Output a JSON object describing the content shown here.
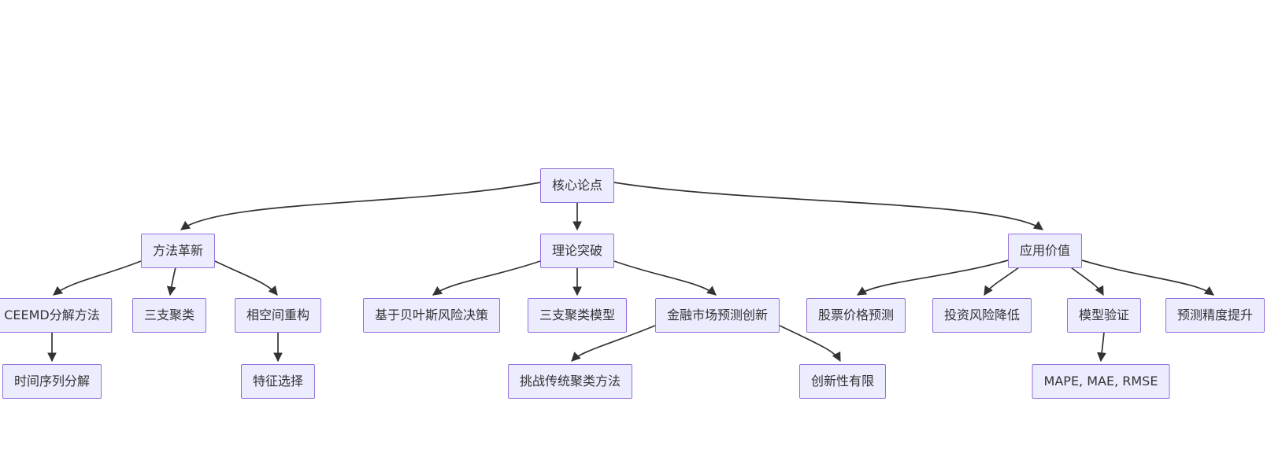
{
  "diagram": {
    "type": "mindmap-flowchart",
    "colors": {
      "background": "#ffffff",
      "node_fill": "#ECECFF",
      "node_border": "#9370DB",
      "edge_color": "#333333",
      "text_color": "#333333"
    },
    "nodes": [
      {
        "id": "core-thesis",
        "label": "核心论点",
        "level": 1
      },
      {
        "id": "method-innovation",
        "label": "方法革新",
        "level": 2
      },
      {
        "id": "theory-breakthrough",
        "label": "理论突破",
        "level": 2
      },
      {
        "id": "application-value",
        "label": "应用价值",
        "level": 2
      },
      {
        "id": "ceemd-decomposition",
        "label": "CEEMD分解方法",
        "level": 3
      },
      {
        "id": "three-way-clustering",
        "label": "三支聚类",
        "level": 3
      },
      {
        "id": "phase-space-reconstruction",
        "label": "相空间重构",
        "level": 3
      },
      {
        "id": "bayesian-risk-decision",
        "label": "基于贝叶斯风险决策",
        "level": 3
      },
      {
        "id": "three-way-clustering-model",
        "label": "三支聚类模型",
        "level": 3
      },
      {
        "id": "financial-market-forecast-innovation",
        "label": "金融市场预测创新",
        "level": 3
      },
      {
        "id": "stock-price-prediction",
        "label": "股票价格预测",
        "level": 3
      },
      {
        "id": "investment-risk-reduction",
        "label": "投资风险降低",
        "level": 3
      },
      {
        "id": "model-validation",
        "label": "模型验证",
        "level": 3
      },
      {
        "id": "prediction-accuracy-improvement",
        "label": "预测精度提升",
        "level": 3
      },
      {
        "id": "time-series-decomposition",
        "label": "时间序列分解",
        "level": 4
      },
      {
        "id": "feature-selection",
        "label": "特征选择",
        "level": 4
      },
      {
        "id": "challenge-traditional-clustering",
        "label": "挑战传统聚类方法",
        "level": 4
      },
      {
        "id": "limited-innovation",
        "label": "创新性有限",
        "level": 4
      },
      {
        "id": "mape-mae-rmse",
        "label": "MAPE, MAE, RMSE",
        "level": 4
      }
    ],
    "edges": [
      {
        "from": "核心论点",
        "to": "方法革新"
      },
      {
        "from": "核心论点",
        "to": "理论突破"
      },
      {
        "from": "核心论点",
        "to": "应用价值"
      },
      {
        "from": "方法革新",
        "to": "CEEMD分解方法"
      },
      {
        "from": "方法革新",
        "to": "三支聚类"
      },
      {
        "from": "方法革新",
        "to": "相空间重构"
      },
      {
        "from": "理论突破",
        "to": "基于贝叶斯风险决策"
      },
      {
        "from": "理论突破",
        "to": "三支聚类模型"
      },
      {
        "from": "理论突破",
        "to": "金融市场预测创新"
      },
      {
        "from": "应用价值",
        "to": "股票价格预测"
      },
      {
        "from": "应用价值",
        "to": "投资风险降低"
      },
      {
        "from": "应用价值",
        "to": "模型验证"
      },
      {
        "from": "应用价值",
        "to": "预测精度提升"
      },
      {
        "from": "CEEMD分解方法",
        "to": "时间序列分解"
      },
      {
        "from": "相空间重构",
        "to": "特征选择"
      },
      {
        "from": "金融市场预测创新",
        "to": "挑战传统聚类方法"
      },
      {
        "from": "金融市场预测创新",
        "to": "创新性有限"
      },
      {
        "from": "模型验证",
        "to": "MAPE, MAE, RMSE"
      }
    ]
  }
}
